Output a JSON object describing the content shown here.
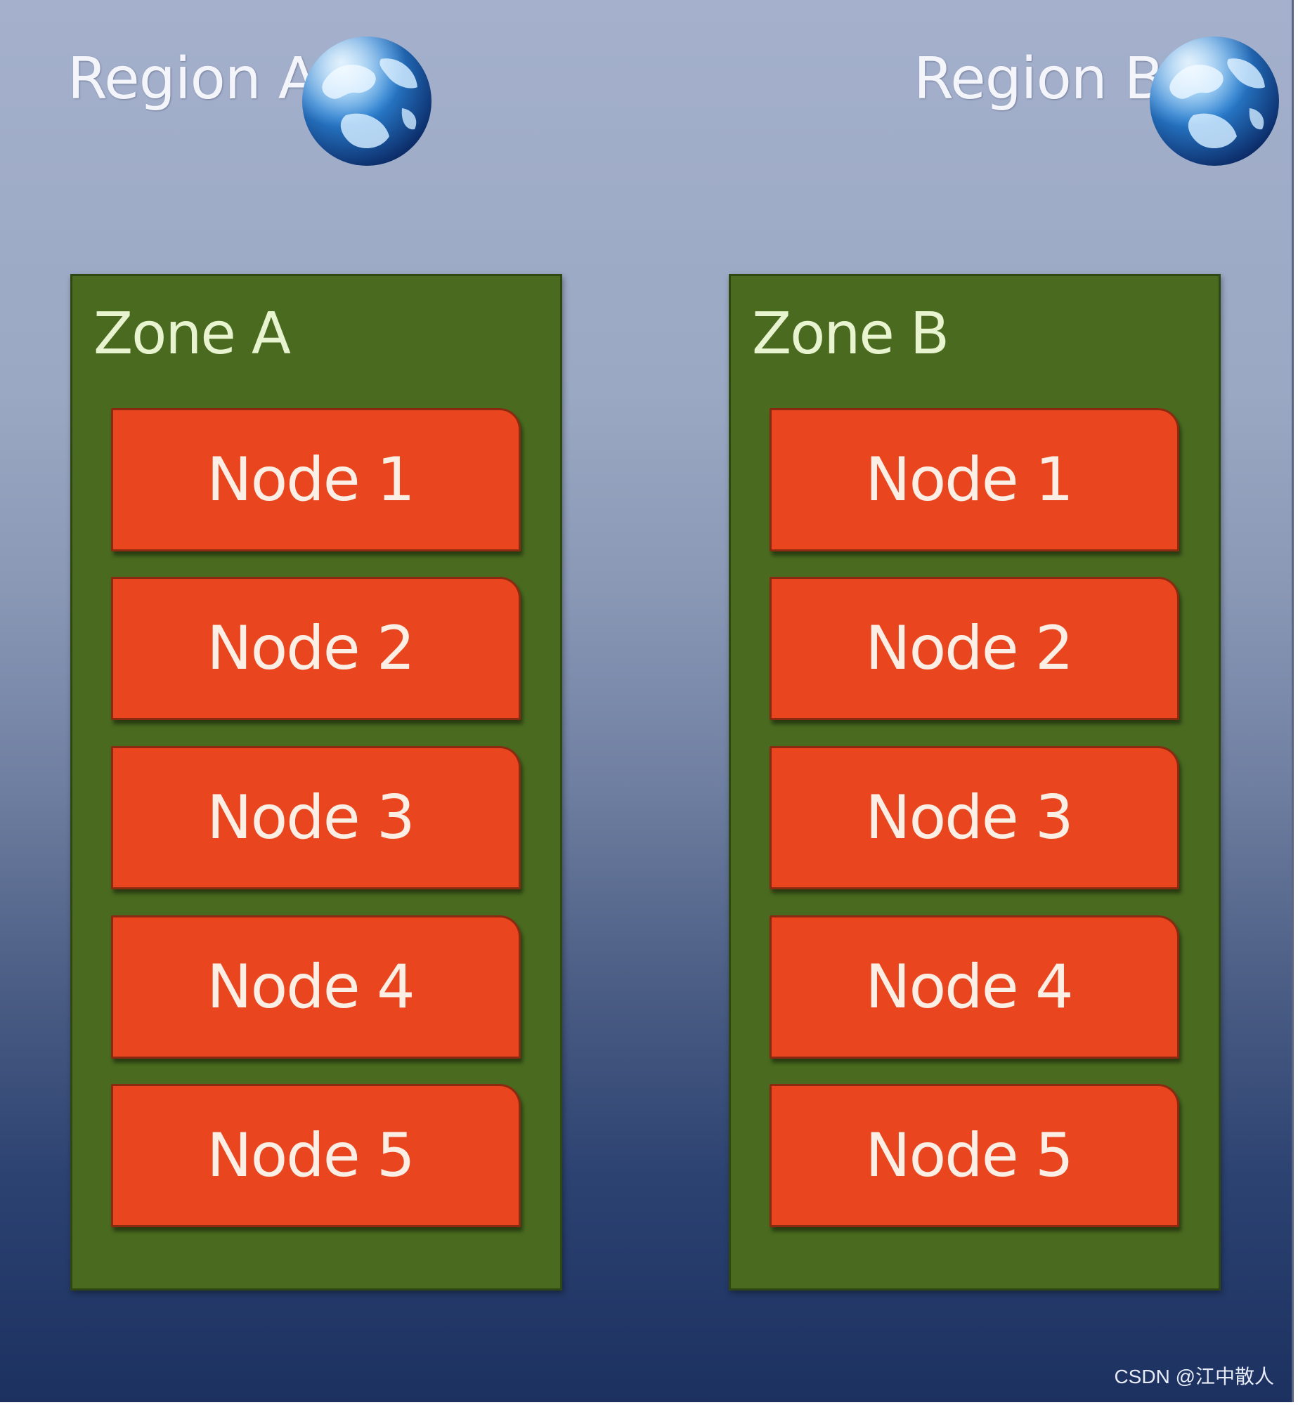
{
  "regions": [
    {
      "label": "Region A"
    },
    {
      "label": "Region B"
    }
  ],
  "globe_icon": "globe-icon",
  "zones": [
    {
      "title": "Zone A",
      "nodes": [
        "Node 1",
        "Node 2",
        "Node 3",
        "Node 4",
        "Node 5"
      ]
    },
    {
      "title": "Zone B",
      "nodes": [
        "Node 1",
        "Node 2",
        "Node 3",
        "Node 4",
        "Node 5"
      ]
    }
  ],
  "watermark": "CSDN @江中散人",
  "colors": {
    "zone_fill": "#4a6b1f",
    "node_fill": "#e9451f",
    "background_top": "#a4b0cc",
    "background_bottom": "#1c3160"
  }
}
